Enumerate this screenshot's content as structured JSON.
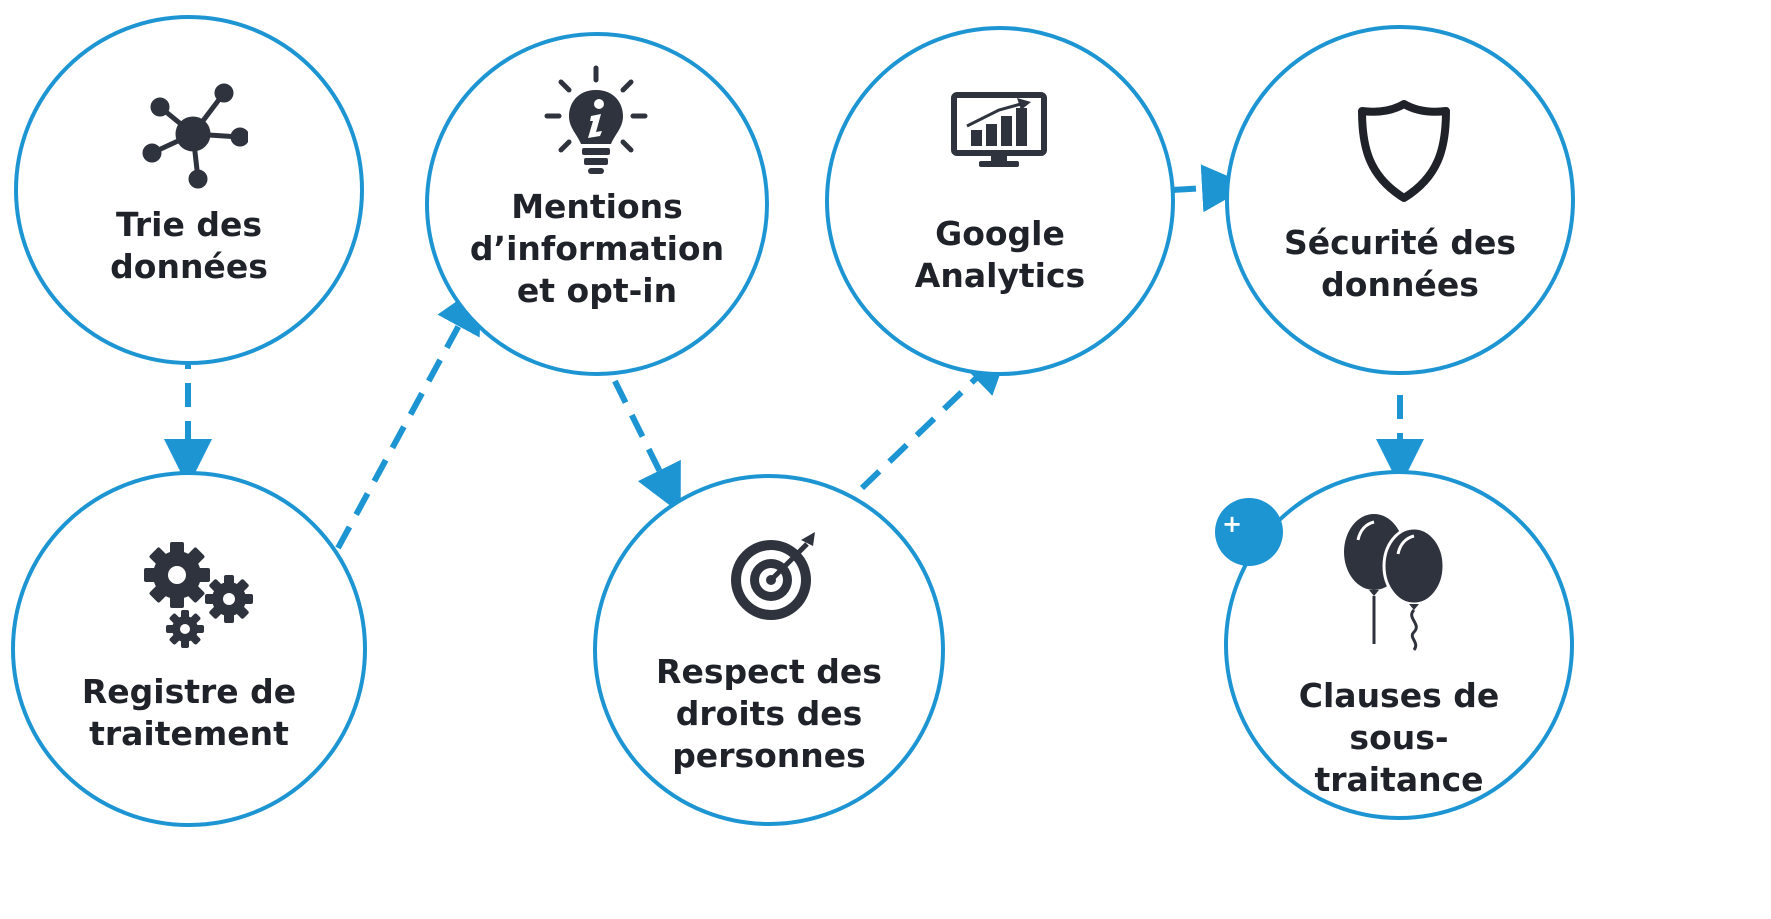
{
  "colors": {
    "accent": "#1e95d3",
    "icon": "#2f333d",
    "text": "#1f2229"
  },
  "nodes": [
    {
      "id": "trie",
      "label": "Trie des\ndonnées",
      "icon": "network-hub-icon"
    },
    {
      "id": "registre",
      "label": "Registre de\ntraitement",
      "icon": "gears-icon"
    },
    {
      "id": "mentions",
      "label": "Mentions\nd’information\net opt-in",
      "icon": "lightbulb-info-icon"
    },
    {
      "id": "respect",
      "label": "Respect des\ndroits des\npersonnes",
      "icon": "target-icon"
    },
    {
      "id": "google",
      "label": "Google\nAnalytics",
      "icon": "analytics-monitor-icon"
    },
    {
      "id": "securite",
      "label": "Sécurité des\ndonnées",
      "icon": "shield-icon"
    },
    {
      "id": "clauses",
      "label": "Clauses de\nsous-\ntraitance",
      "icon": "balloons-icon"
    }
  ],
  "badge": {
    "text": "+"
  },
  "edges": [
    {
      "from": "trie",
      "to": "registre"
    },
    {
      "from": "registre",
      "to": "mentions"
    },
    {
      "from": "mentions",
      "to": "respect"
    },
    {
      "from": "respect",
      "to": "google"
    },
    {
      "from": "google",
      "to": "securite"
    },
    {
      "from": "securite",
      "to": "clauses"
    }
  ]
}
